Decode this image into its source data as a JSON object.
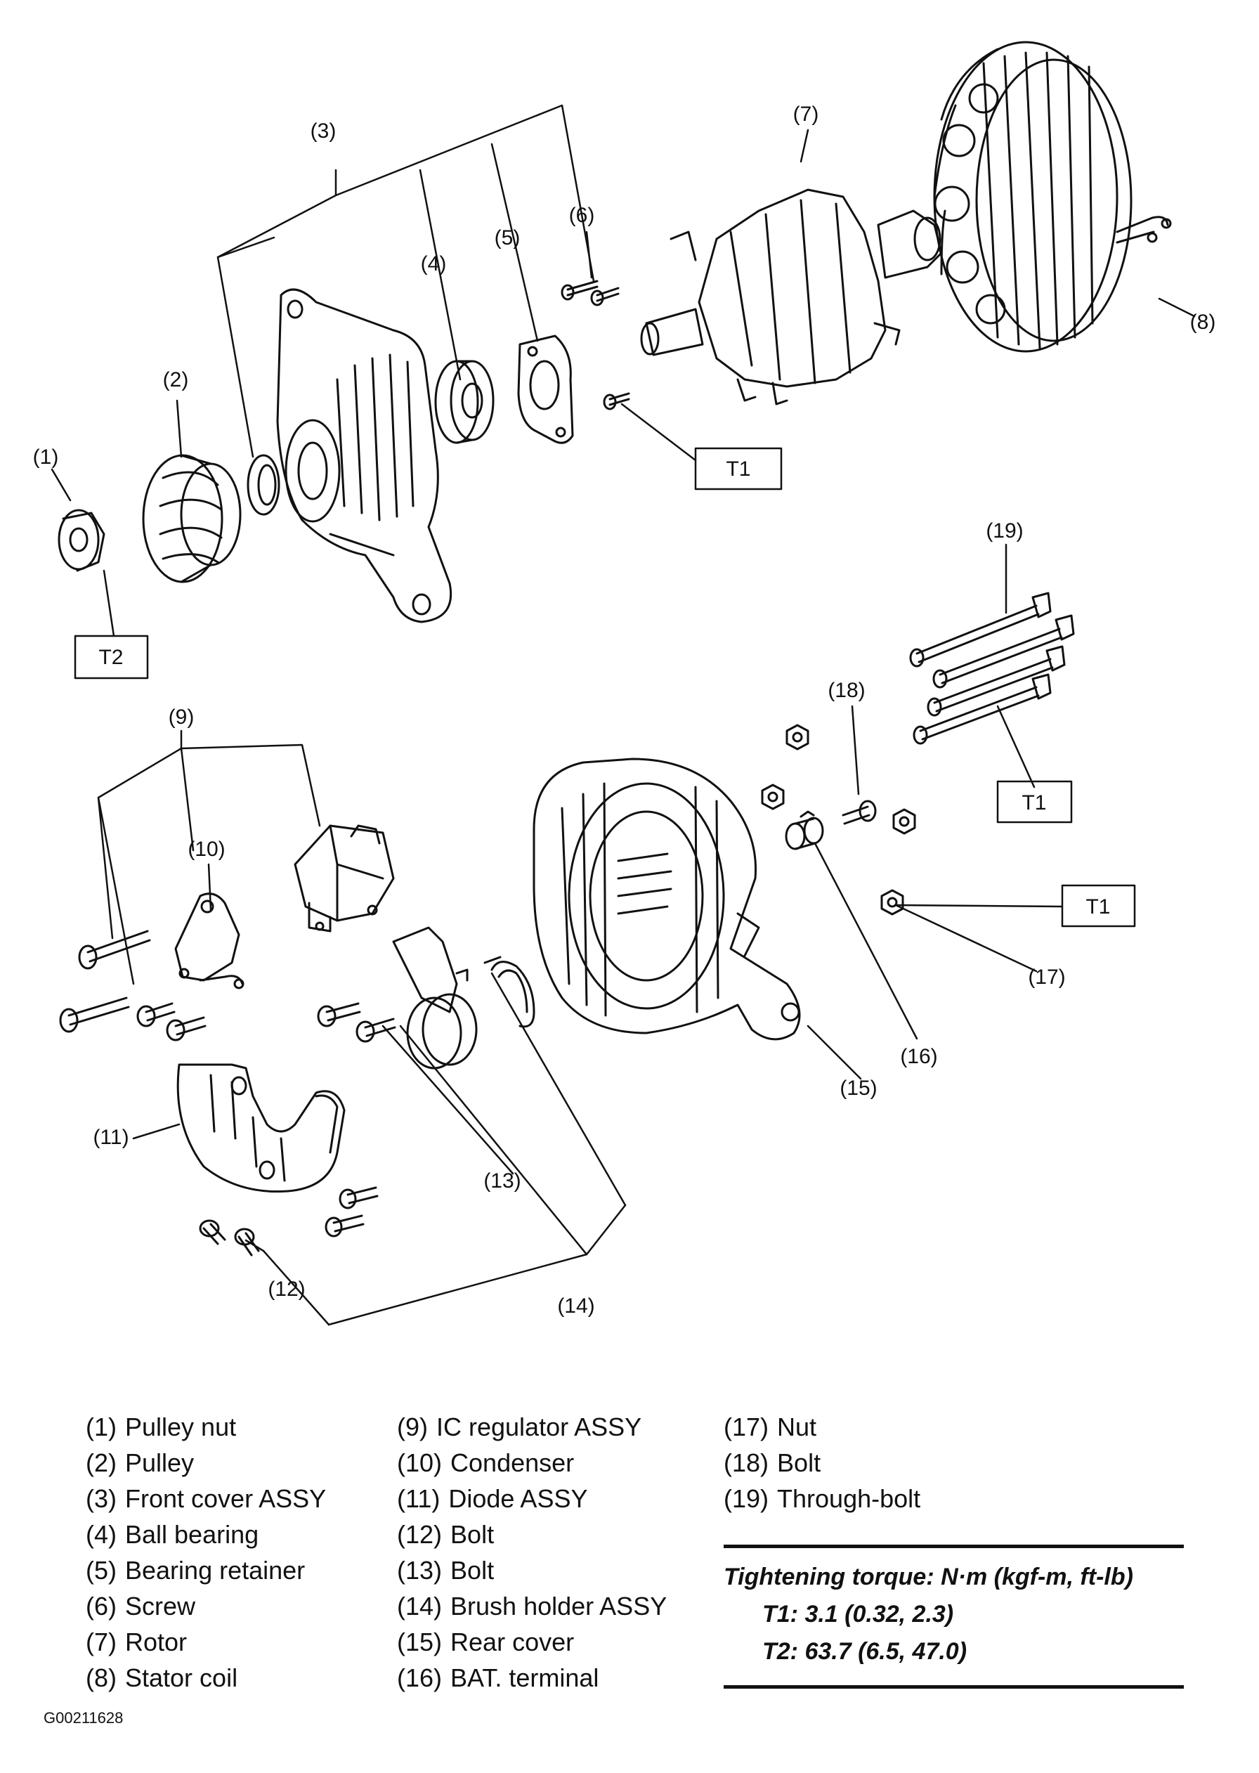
{
  "figure_id": "G00211628",
  "callouts": [
    "(1)",
    "(2)",
    "(3)",
    "(4)",
    "(5)",
    "(6)",
    "(7)",
    "(8)",
    "(9)",
    "(10)",
    "(11)",
    "(12)",
    "(13)",
    "(14)",
    "(15)",
    "(16)",
    "(17)",
    "(18)",
    "(19)"
  ],
  "torque_boxes": [
    "T1",
    "T2"
  ],
  "legend": {
    "col1": [
      {
        "num": "(1)",
        "label": "Pulley nut"
      },
      {
        "num": "(2)",
        "label": "Pulley"
      },
      {
        "num": "(3)",
        "label": "Front cover ASSY"
      },
      {
        "num": "(4)",
        "label": "Ball bearing"
      },
      {
        "num": "(5)",
        "label": "Bearing retainer"
      },
      {
        "num": "(6)",
        "label": "Screw"
      },
      {
        "num": "(7)",
        "label": "Rotor"
      },
      {
        "num": "(8)",
        "label": "Stator coil"
      }
    ],
    "col2": [
      {
        "num": "(9)",
        "label": "IC regulator ASSY"
      },
      {
        "num": "(10)",
        "label": "Condenser"
      },
      {
        "num": "(11)",
        "label": "Diode ASSY"
      },
      {
        "num": "(12)",
        "label": "Bolt"
      },
      {
        "num": "(13)",
        "label": "Bolt"
      },
      {
        "num": "(14)",
        "label": "Brush holder ASSY"
      },
      {
        "num": "(15)",
        "label": "Rear cover"
      },
      {
        "num": "(16)",
        "label": "BAT. terminal"
      }
    ],
    "col3": [
      {
        "num": "(17)",
        "label": "Nut"
      },
      {
        "num": "(18)",
        "label": "Bolt"
      },
      {
        "num": "(19)",
        "label": "Through-bolt"
      }
    ]
  },
  "torque": {
    "title": "Tightening torque: N·m (kgf-m, ft-lb)",
    "t1": "T1: 3.1 (0.32, 2.3)",
    "t2": "T2: 63.7 (6.5, 47.0)"
  }
}
